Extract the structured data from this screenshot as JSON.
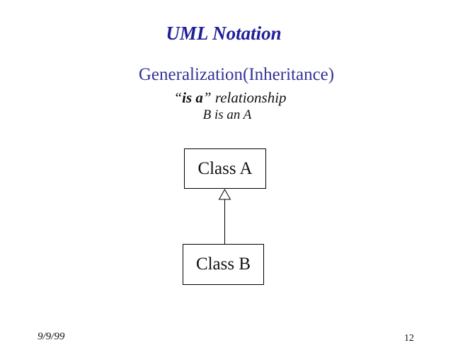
{
  "slide": {
    "title": "UML Notation",
    "heading": "Generalization(Inheritance)",
    "subheading": {
      "open_quote": "“",
      "emphasis": "is a",
      "close_quote": "”",
      "rest": " relationship"
    },
    "example": "B is an A",
    "footer": {
      "date": "9/9/99",
      "page_number": "12"
    }
  },
  "diagram": {
    "superclass_label": "Class A",
    "subclass_label": "Class B",
    "relationship": "generalization-hollow-triangle-arrow"
  },
  "colors": {
    "title_blue": "#1f1f9a",
    "heading_blue": "#333399",
    "body_black": "#111111",
    "line_black": "#000000",
    "background": "#ffffff"
  }
}
